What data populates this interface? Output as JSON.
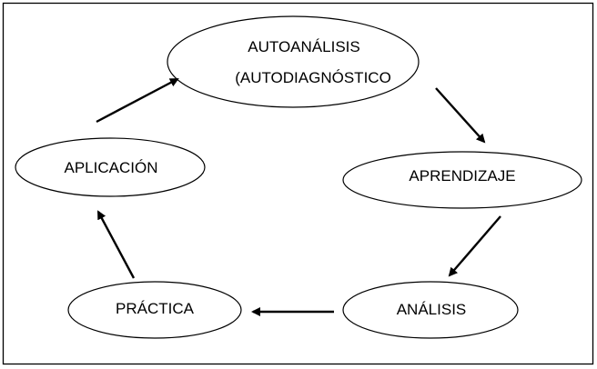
{
  "nodes": {
    "autoanalisis": {
      "line1": "AUTOANÁLISIS",
      "line2": "(AUTODIAGNÓSTICO"
    },
    "aprendizaje": {
      "label": "APRENDIZAJE"
    },
    "analisis": {
      "label": "ANÁLISIS"
    },
    "practica": {
      "label": "PRÁCTICA"
    },
    "aplicacion": {
      "label": "APLICACIÓN"
    }
  },
  "edges": [
    {
      "from": "autoanalisis",
      "to": "aprendizaje"
    },
    {
      "from": "aprendizaje",
      "to": "analisis"
    },
    {
      "from": "analisis",
      "to": "practica"
    },
    {
      "from": "practica",
      "to": "aplicacion"
    },
    {
      "from": "aplicacion",
      "to": "autoanalisis"
    }
  ],
  "colors": {
    "stroke": "#000000",
    "background": "#ffffff"
  }
}
